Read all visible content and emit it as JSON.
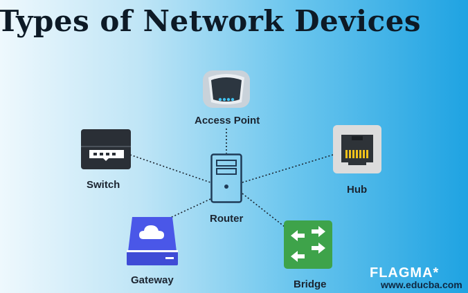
{
  "title": "Types of Network Devices",
  "center": {
    "label": "Router",
    "icon": "router-icon"
  },
  "devices": {
    "access_point": {
      "label": "Access Point",
      "icon": "access-point-icon"
    },
    "switch": {
      "label": "Switch",
      "icon": "switch-icon"
    },
    "hub": {
      "label": "Hub",
      "icon": "hub-icon"
    },
    "gateway": {
      "label": "Gateway",
      "icon": "gateway-cloud-icon"
    },
    "bridge": {
      "label": "Bridge",
      "icon": "bridge-arrows-icon"
    }
  },
  "watermark": {
    "brand": "FLAGMA*",
    "site": "www.educba.com"
  },
  "colors": {
    "gateway": "#4a57e8",
    "bridge": "#3ea34a",
    "hub": "#d9d9d9",
    "switch": "#2a2f36",
    "router": "#1f3b57"
  }
}
